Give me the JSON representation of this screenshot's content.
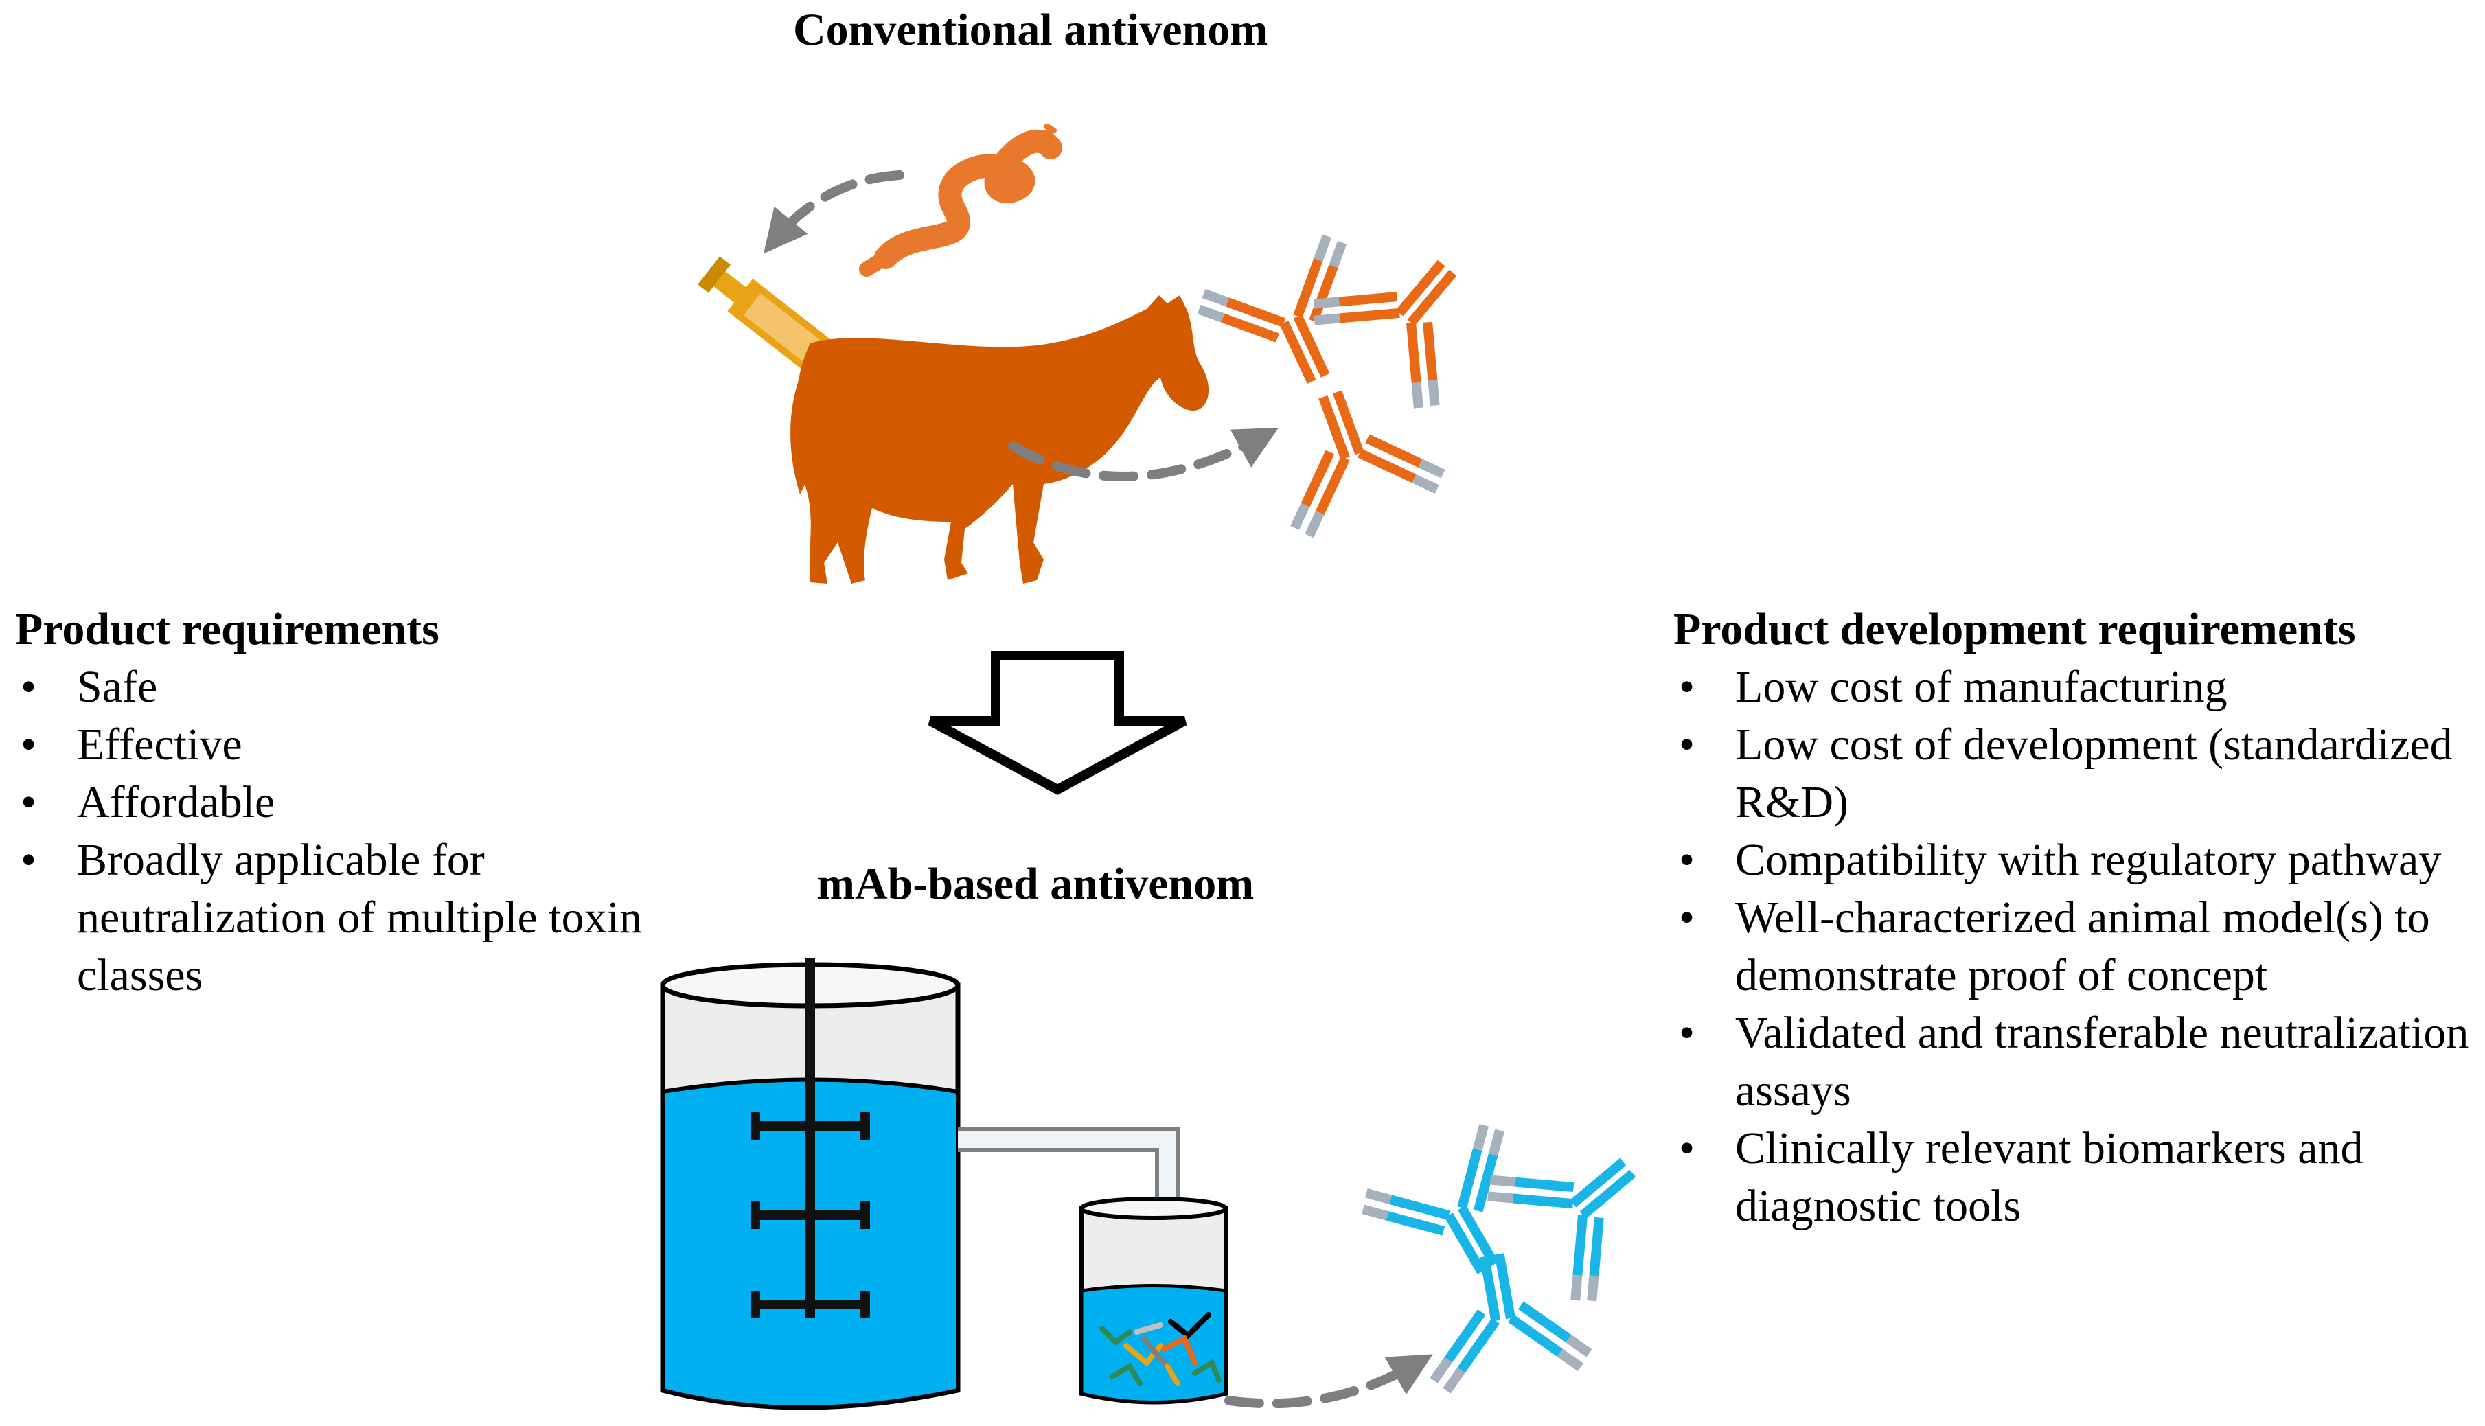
{
  "conventional": {
    "title": "Conventional antivenom"
  },
  "mab": {
    "title": "mAb-based antivenom"
  },
  "product_requirements": {
    "heading": "Product requirements",
    "items": [
      "Safe",
      "Effective",
      "Affordable",
      "Broadly applicable for neutralization of multiple toxin classes"
    ]
  },
  "development_requirements": {
    "heading": "Product development requirements",
    "items": [
      "Low cost of manufacturing",
      "Low cost of development (standardized R&D)",
      "Compatibility with regulatory pathway",
      "Well-characterized animal model(s) to demonstrate proof of concept",
      "Validated and transferable neutralization assays",
      "Clinically relevant biomarkers and diagnostic tools"
    ]
  },
  "colors": {
    "horse": "#D45A00",
    "snake": "#E8782C",
    "syringe": "#E8A317",
    "antibody_orange": "#E86A17",
    "antibody_blue": "#19B5E6",
    "antibody_tip": "#A7B1BD",
    "medium": "#00B0F0",
    "vessel_empty": "#EDEDED",
    "arrow_gray": "#7F7F7F"
  }
}
